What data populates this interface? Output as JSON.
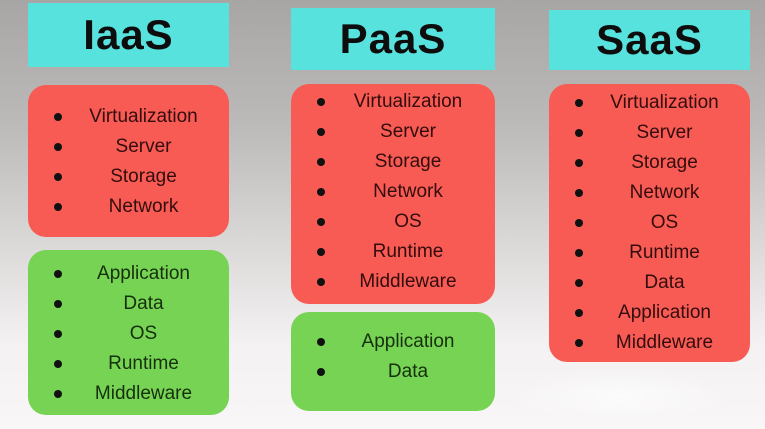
{
  "colors": {
    "header_bg": "#57e2de",
    "red_box_bg": "#f75b54",
    "green_box_bg": "#77d353",
    "header_text": "#0d0d0d",
    "red_box_text": "#330d0d",
    "green_box_text": "#16300d",
    "bullet": "#111111",
    "background_top": "#a8a5a5",
    "background_bottom": "#f8f6f6"
  },
  "columns": [
    {
      "id": "iaas",
      "title": "IaaS",
      "boxes": [
        {
          "color": "red",
          "items": [
            "Virtualization",
            "Server",
            "Storage",
            "Network"
          ]
        },
        {
          "color": "green",
          "items": [
            "Application",
            "Data",
            "OS",
            "Runtime",
            "Middleware"
          ]
        }
      ]
    },
    {
      "id": "paas",
      "title": "PaaS",
      "boxes": [
        {
          "color": "red",
          "items": [
            "Virtualization",
            "Server",
            "Storage",
            "Network",
            "OS",
            "Runtime",
            "Middleware"
          ]
        },
        {
          "color": "green",
          "items": [
            "Application",
            "Data"
          ]
        }
      ]
    },
    {
      "id": "saas",
      "title": "SaaS",
      "boxes": [
        {
          "color": "red",
          "items": [
            "Virtualization",
            "Server",
            "Storage",
            "Network",
            "OS",
            "Runtime",
            "Data",
            "Application",
            "Middleware"
          ]
        }
      ]
    }
  ]
}
